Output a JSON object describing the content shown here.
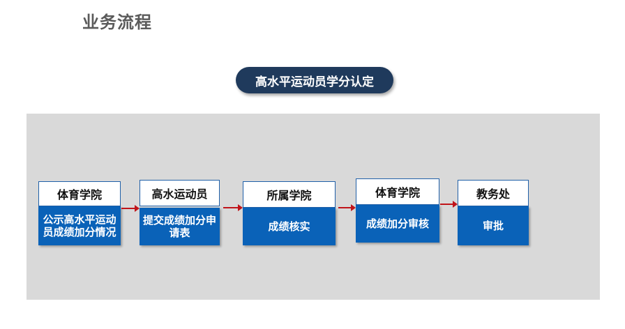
{
  "page": {
    "title": "业务流程"
  },
  "flow": {
    "title": "高水平运动员学分认定",
    "steps": [
      {
        "header": "体育学院",
        "body": "公示高水平运动员成绩加分情况"
      },
      {
        "header": "高水运动员",
        "body": "提交成绩加分申请表"
      },
      {
        "header": "所属学院",
        "body": "成绩核实"
      },
      {
        "header": "体育学院",
        "body": "成绩加分审核"
      },
      {
        "header": "教务处",
        "body": "审批"
      }
    ]
  },
  "colors": {
    "pill": "#1f3a5c",
    "step_body": "#0a62b8",
    "arrow": "#c0141a",
    "panel": "#d9d9d9"
  }
}
